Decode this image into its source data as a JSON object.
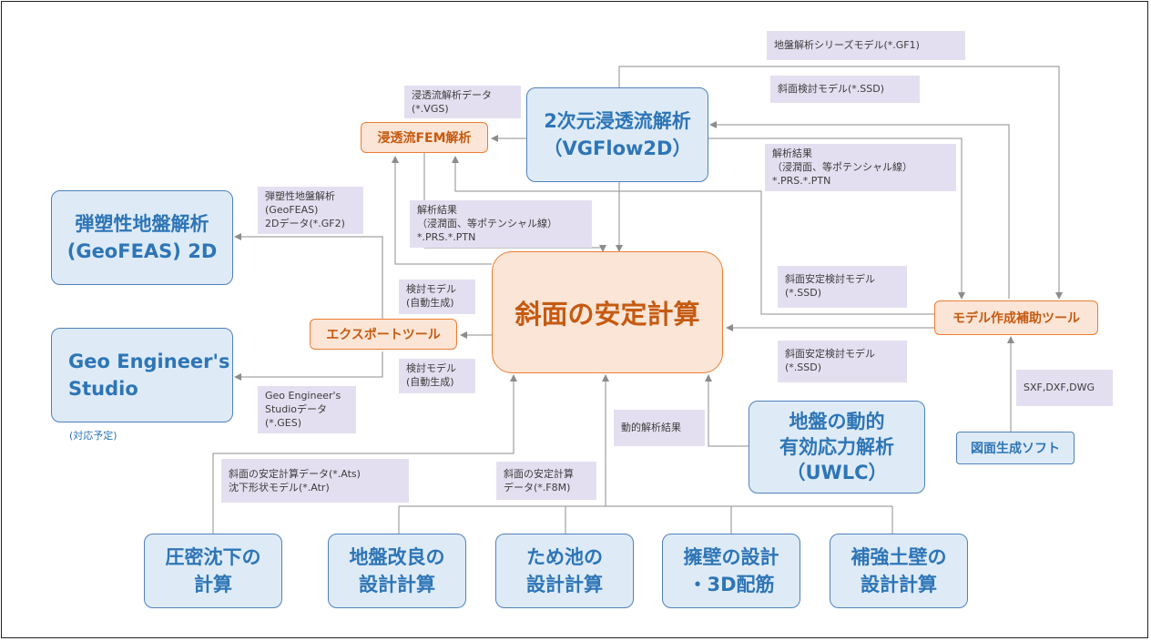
{
  "nodes": {
    "center": "斜面の安定計算",
    "vgflow": "2次元浸透流解析\n（VGFlow2D）",
    "fem": "浸透流FEM解析",
    "geofeas": "弾塑性地盤解析\n(GeoFEAS) 2D",
    "export_tool": "エクスポートツール",
    "ges": "Geo Engineer's\nStudio",
    "ges_note": "(対応予定)",
    "model_tool": "モデル作成補助ツール",
    "drawing_soft": "図面生成ソフト",
    "uwlc": "地盤の動的\n有効応力解析\n（UWLC）",
    "consolidation": "圧密沈下の\n計算",
    "ground_improve": "地盤改良の\n設計計算",
    "pond": "ため池の\n設計計算",
    "retaining_wall": "擁壁の設計\n・3D配筋",
    "reinforced_wall": "補強土壁の\n設計計算"
  },
  "labels": {
    "gf1": "地盤解析シリーズモデル(*.GF1)",
    "ssd_top": "斜面検討モデル(*.SSD)",
    "vgs": "浸透流解析データ\n(*.VGS)",
    "result_right": "解析結果\n（浸潤面、等ポテンシャル線）\n*.PRS.*.PTN",
    "result_left": "解析結果\n（浸潤面、等ポテンシャル線）\n*.PRS.*.PTN",
    "gf2": "弾塑性地盤解析\n(GeoFEAS)\n2Dデータ(*.GF2)",
    "auto_model_1": "検討モデル\n(自動生成)",
    "auto_model_2": "検討モデル\n(自動生成)",
    "ges_data": "Geo Engineer's\nStudioデータ\n(*.GES)",
    "ssd_mid1": "斜面安定検討モデル\n(*.SSD)",
    "ssd_mid2": "斜面安定検討モデル\n(*.SSD)",
    "sxf": "SXF,DXF,DWG",
    "dynamic_result": "動的解析結果",
    "ats_atr": "斜面の安定計算データ(*.Ats)\n沈下形状モデル(*.Atr)",
    "f8m": "斜面の安定計算\nデータ(*.F8M)"
  }
}
